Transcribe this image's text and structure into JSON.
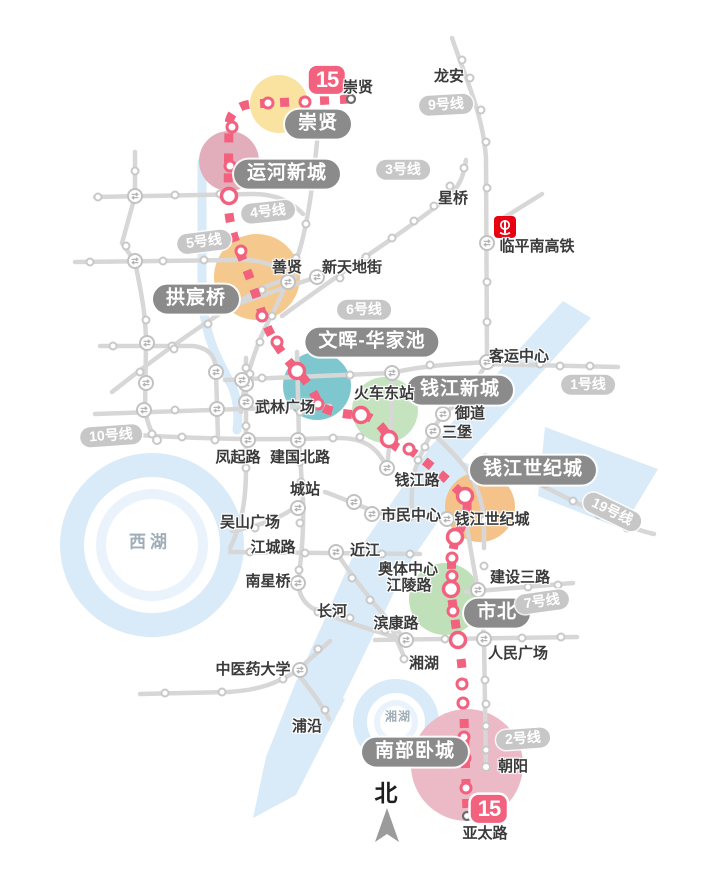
{
  "line15": {
    "number": "15",
    "color": "#F2617E"
  },
  "palette": {
    "map_line": "#D7D7D7",
    "dot_stroke": "#C9C9C9",
    "water": "#D9EAF8",
    "water_light": "#EAF3FB",
    "badge_dark": "#8B8B8B",
    "badge_light": "#C7C7C7",
    "rail_red": "#E60012",
    "terminus_ring": "#6B6B6B",
    "compass_gray": "#9B9B9B",
    "text": "#3A3A3A"
  },
  "badges": {
    "key_stations": [
      "崇贤",
      "运河新城",
      "拱宸桥",
      "文晖-华家池",
      "钱江新城",
      "钱江世纪城",
      "市北",
      "南部卧城"
    ],
    "lines": [
      "9号线",
      "3号线",
      "4号线",
      "5号线",
      "6号线",
      "1号线",
      "10号线",
      "19号线",
      "7号线",
      "2号线"
    ]
  },
  "stations": [
    "崇贤",
    "龙安",
    "星桥",
    "临平南高铁",
    "新天地街",
    "善贤",
    "客运中心",
    "火车东站",
    "御道",
    "三堡",
    "武林广场",
    "凤起路",
    "建国北路",
    "城站",
    "钱江路",
    "市民中心",
    "吴山广场",
    "江城路",
    "近江",
    "奥体中心",
    "江陵路",
    "建设三路",
    "钱江世纪城",
    "南星桥",
    "长河",
    "滨康路",
    "人民广场",
    "湘湖",
    "中医药大学",
    "浦沿",
    "朝阳",
    "亚太路"
  ],
  "geo": {
    "west_lake": "西湖",
    "xianghu_lake": "湘湖",
    "compass": "北"
  },
  "areas": [
    {
      "name": "chongxian",
      "color": "#FAE2A0"
    },
    {
      "name": "yunhe-xincheng",
      "color": "#E2AEBB"
    },
    {
      "name": "gongchenqiao",
      "color": "#F5C98E"
    },
    {
      "name": "wenhui-huajiachi",
      "color": "#7FC7CF"
    },
    {
      "name": "huochedongzhan",
      "color": "#C5E3BF"
    },
    {
      "name": "qianjiang-shijicheng",
      "color": "#F5C28A"
    },
    {
      "name": "shibei",
      "color": "#BFE0B9"
    },
    {
      "name": "nanbu-wocheng",
      "color": "#ECB9C6"
    }
  ]
}
